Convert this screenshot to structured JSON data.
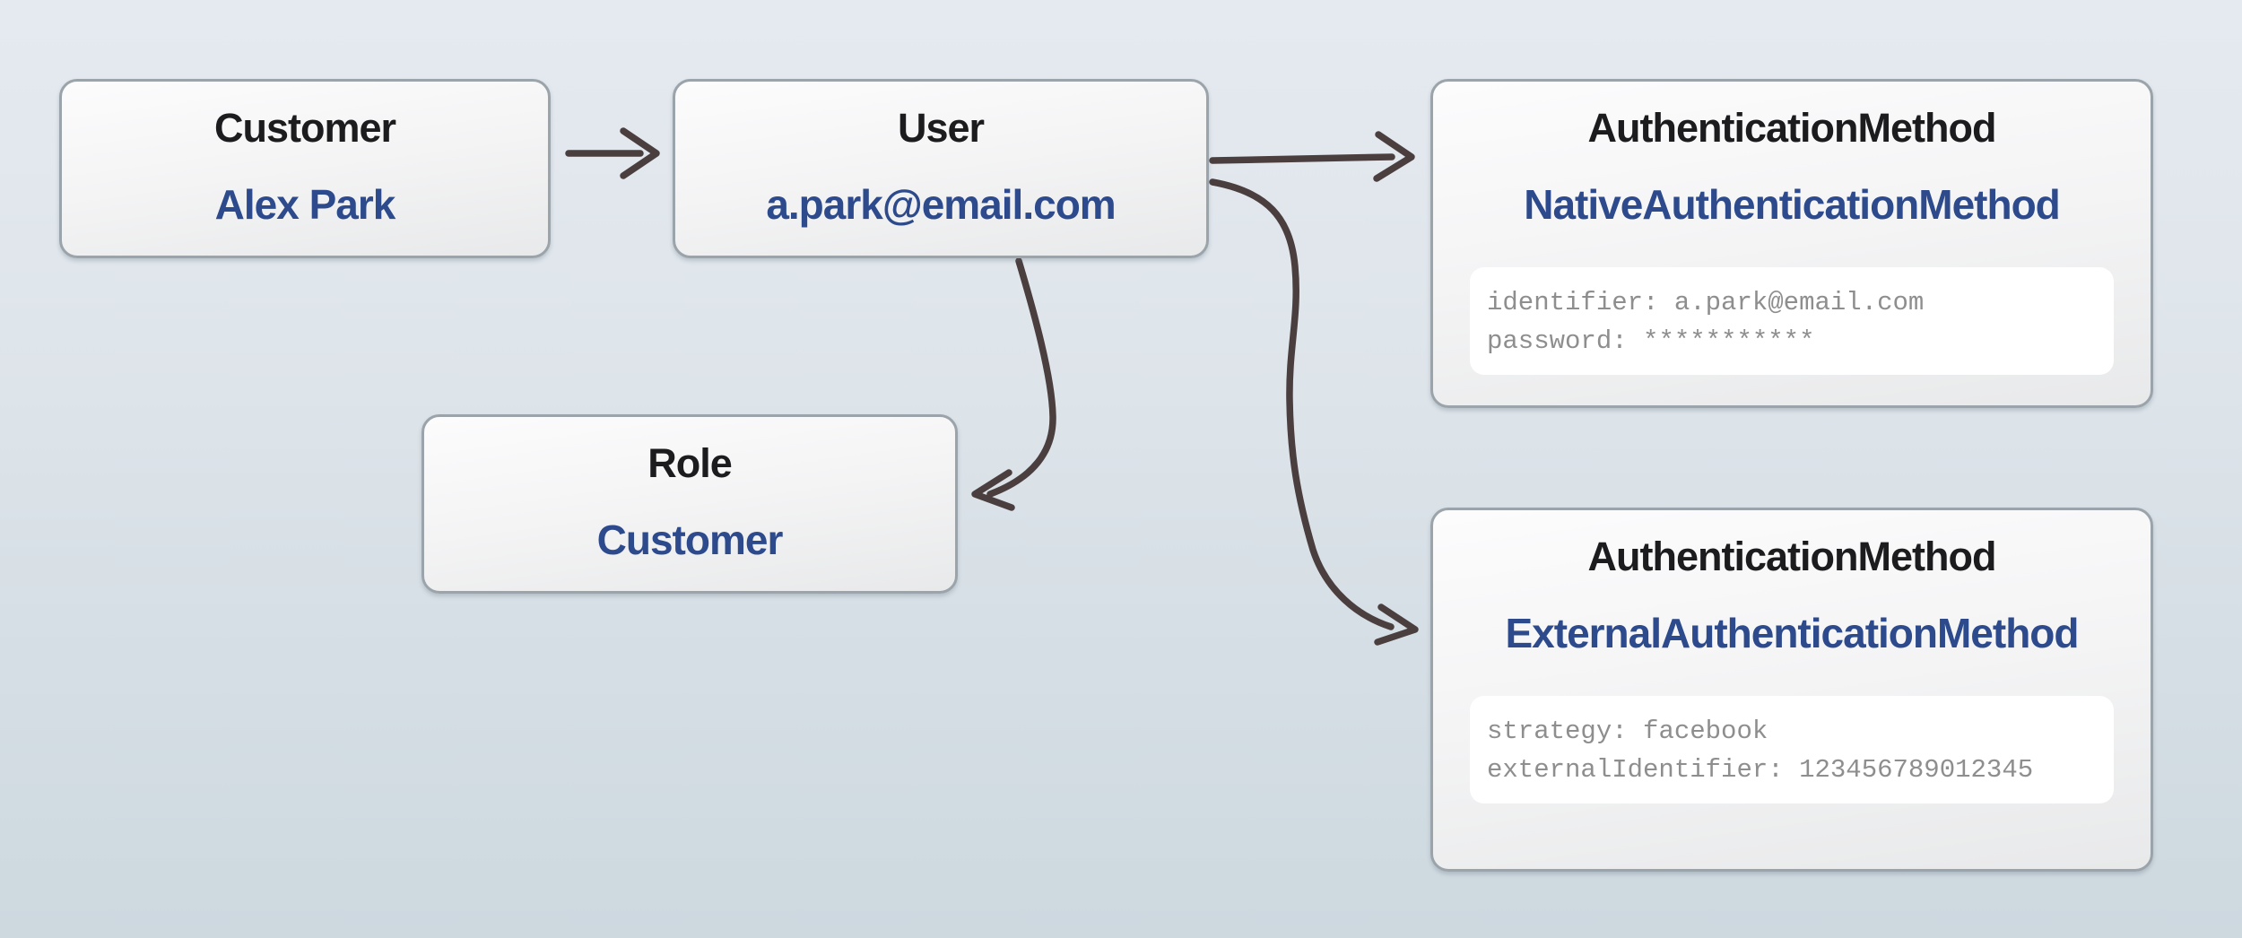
{
  "diagram": {
    "background_top": "#e5eaf0",
    "background_bottom": "#cdd8df",
    "colors": {
      "entity_type_text": "#1c1c1e",
      "entity_value_text": "#2c4a8c",
      "attribute_text": "#8e8e8e",
      "arrow": "#4a3e3e",
      "node_border": "#9ba4aa",
      "node_fill": "#f4f4f5",
      "attribute_panel_fill": "#ffffff"
    },
    "nodes": {
      "customer": {
        "type": "Customer",
        "value": "Alex Park"
      },
      "user": {
        "type": "User",
        "value": "a.park@email.com"
      },
      "role": {
        "type": "Role",
        "value": "Customer"
      },
      "auth_native": {
        "type": "AuthenticationMethod",
        "value": "NativeAuthenticationMethod",
        "attributes": [
          {
            "name": "identifier",
            "value": "a.park@email.com"
          },
          {
            "name": "password",
            "value": "***********"
          }
        ]
      },
      "auth_external": {
        "type": "AuthenticationMethod",
        "value": "ExternalAuthenticationMethod",
        "attributes": [
          {
            "name": "strategy",
            "value": "facebook"
          },
          {
            "name": "externalIdentifier",
            "value": "123456789012345"
          }
        ]
      }
    },
    "edges": [
      {
        "from": "customer",
        "to": "user"
      },
      {
        "from": "user",
        "to": "auth_native"
      },
      {
        "from": "user",
        "to": "role"
      },
      {
        "from": "user",
        "to": "auth_external"
      }
    ]
  }
}
